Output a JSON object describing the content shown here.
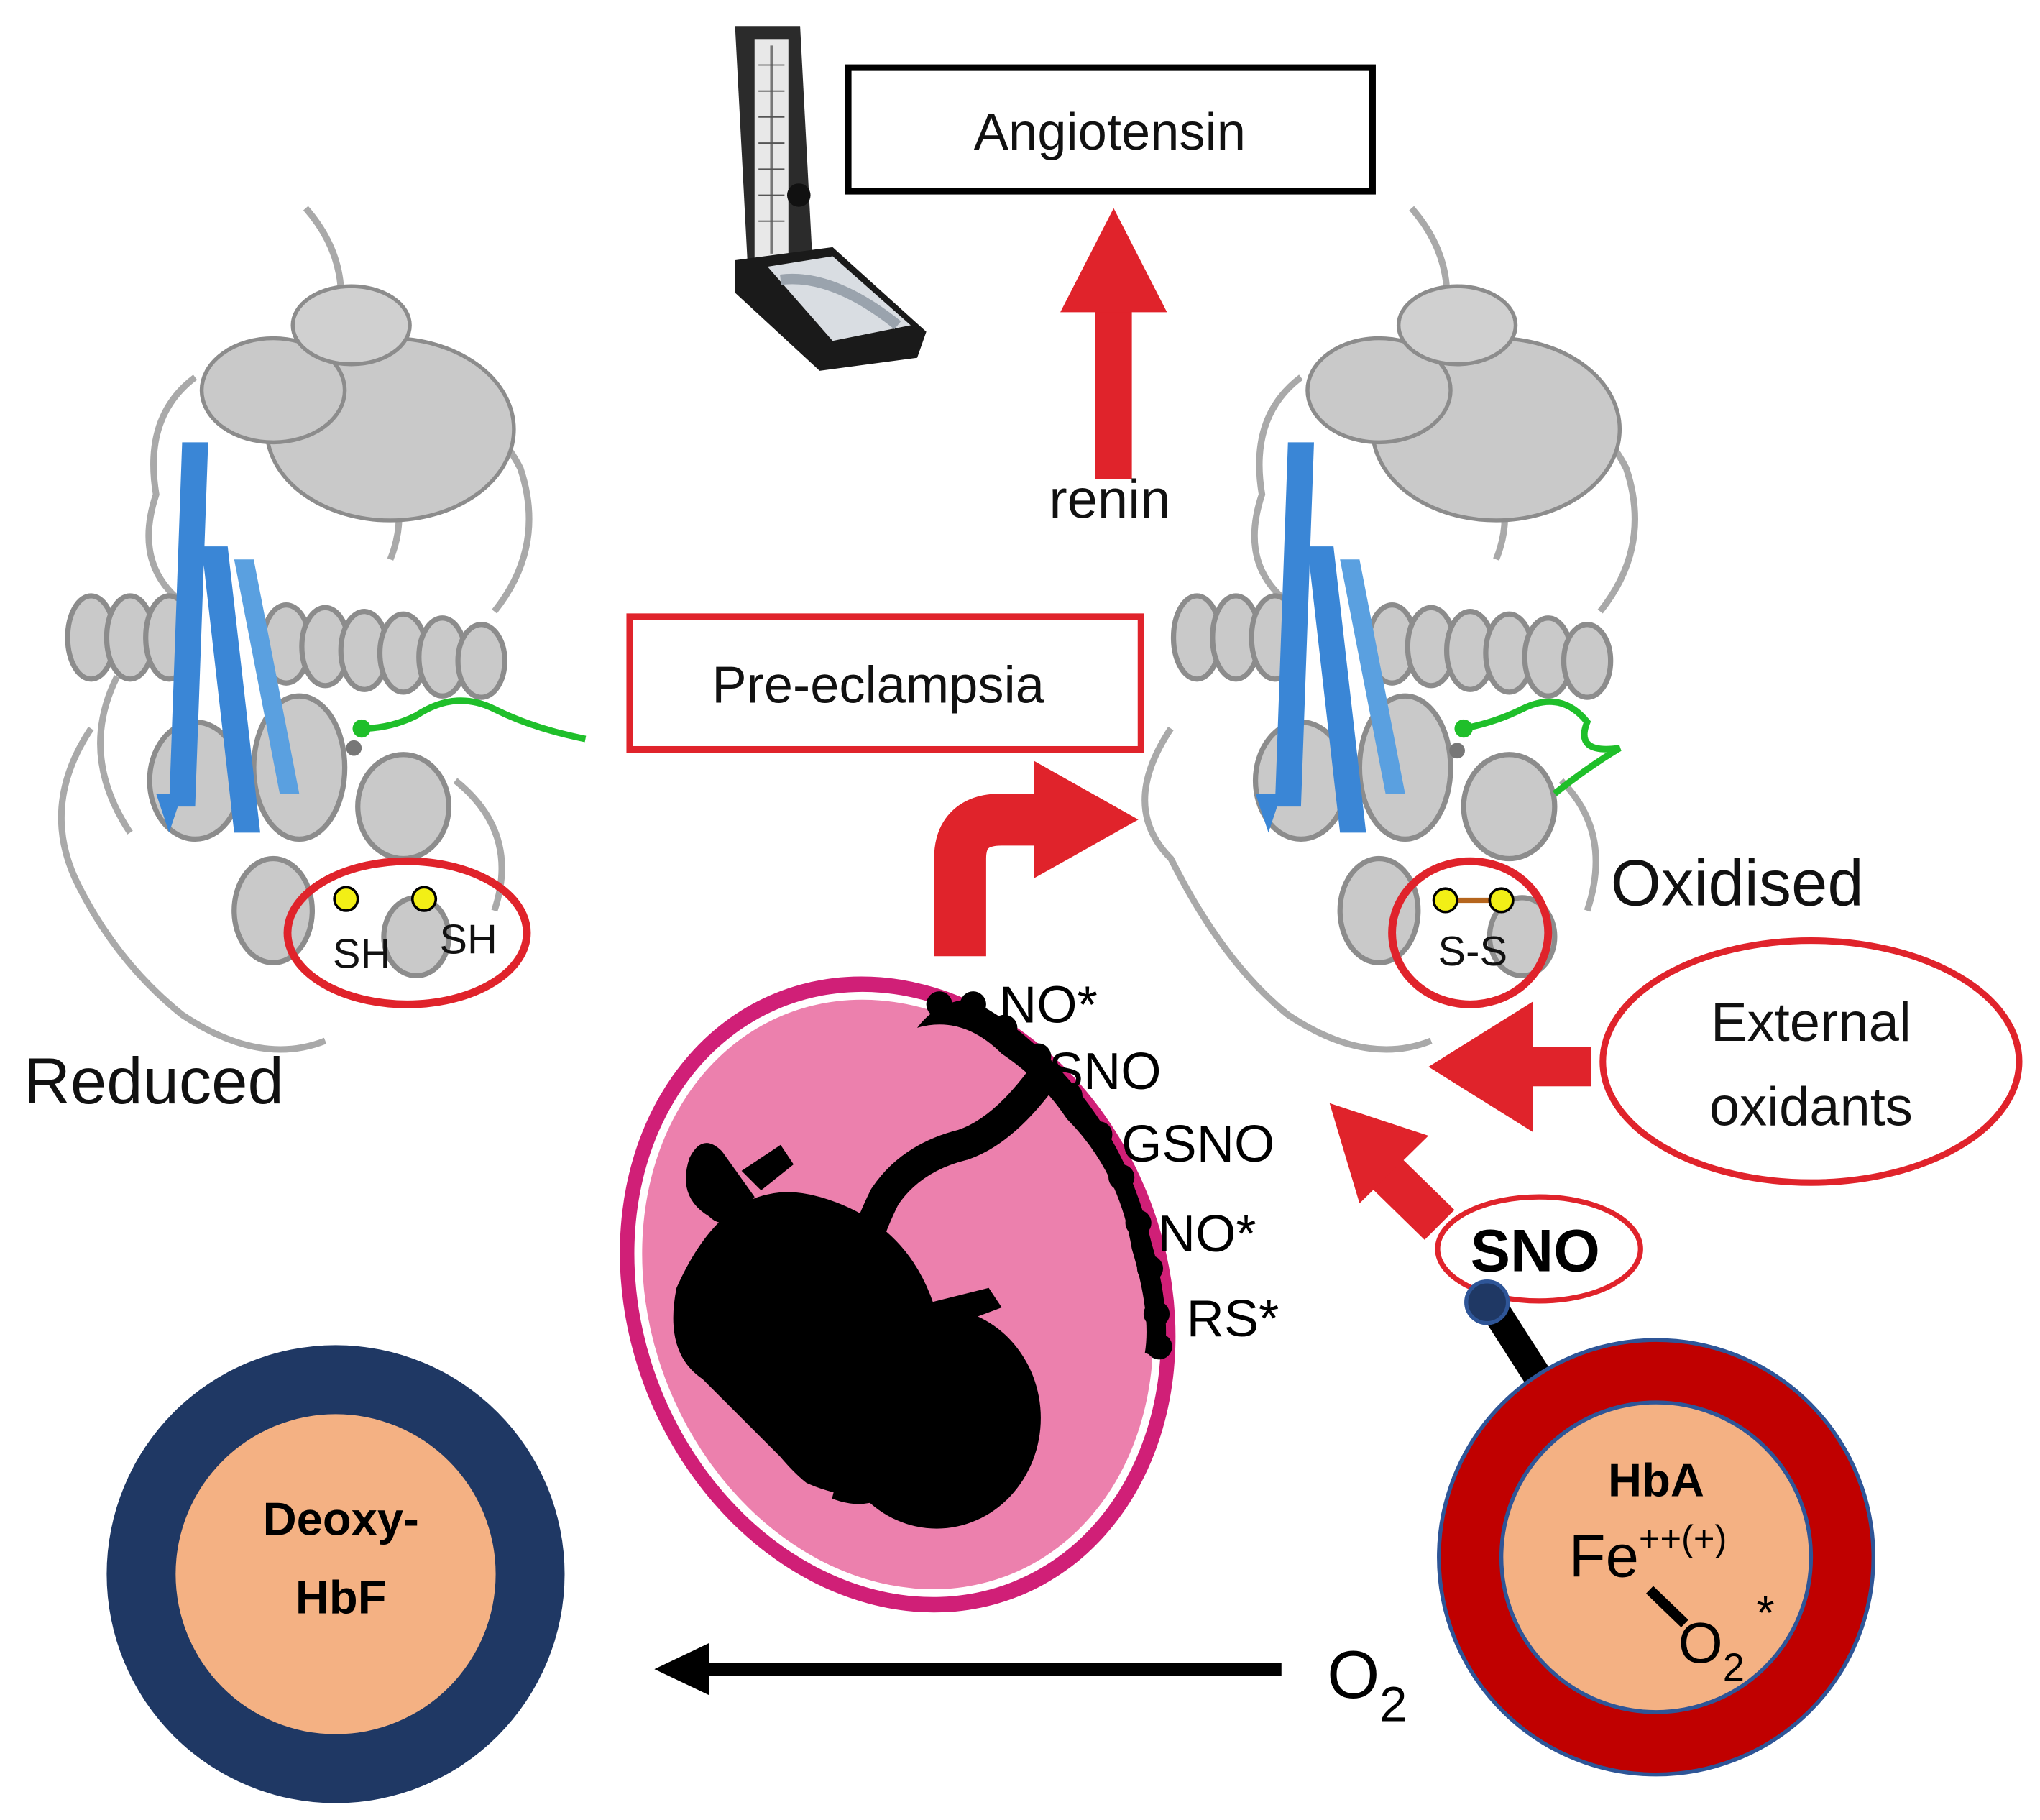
{
  "labels": {
    "angiotensin": "Angiotensin",
    "renin": "renin",
    "pre_eclampsia": "Pre-eclampsia",
    "reduced": "Reduced",
    "oxidised": "Oxidised",
    "sh_left": "SH",
    "sh_right": "SH",
    "ss": "S-S",
    "external_oxidants_line1": "External",
    "external_oxidants_line2": "oxidants",
    "sno_bold": "SNO",
    "placenta_species": [
      "NO*",
      "SNO",
      "GSNO",
      "NO*",
      "RS*"
    ],
    "deoxy_line1": "Deoxy-",
    "deoxy_line2": "HbF",
    "hba": "HbA",
    "fe": "Fe",
    "fe_charge": "++(+)",
    "o2_bound": "O",
    "o2_bound_sub": "2",
    "o2_bound_star": "*",
    "o2": "O",
    "o2_sub": "2"
  },
  "colors": {
    "red_arrow": "#e0232b",
    "box_red": "#e0232b",
    "box_black": "#000000",
    "helix_gray": "#a9a9a9",
    "sheet_blue": "#3a86d6",
    "loop_green": "#1fbf2a",
    "thiol_yellow": "#f2ef16",
    "placenta_pink": "#ec80ad",
    "placenta_rim": "#d01f77",
    "hbf_ring": "#1f3864",
    "core_peach": "#f4b183",
    "hba_ring": "#c00000"
  },
  "icons": [
    "sphygmomanometer-icon",
    "fetus-silhouette-icon",
    "protein-structure-icon"
  ]
}
